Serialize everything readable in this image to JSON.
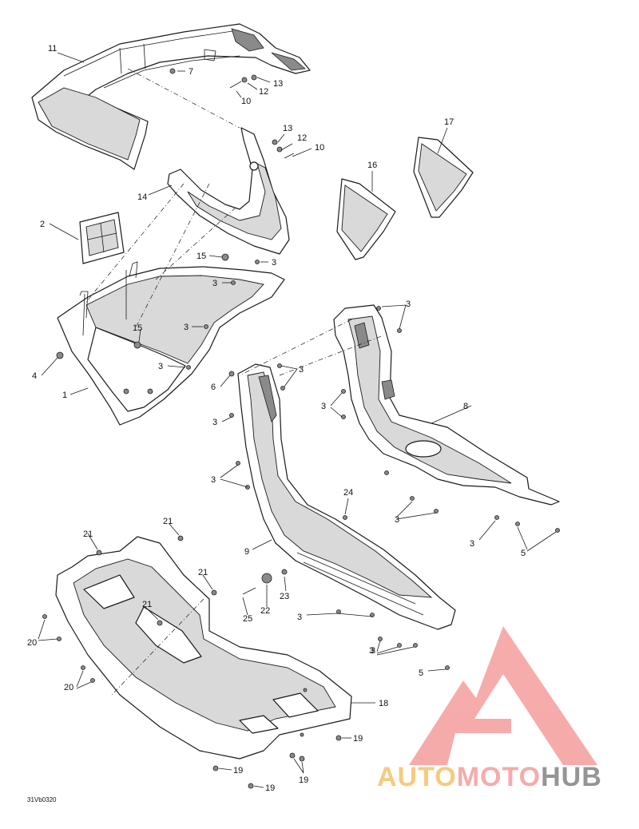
{
  "diagram": {
    "drawing_code": "31Vb0320",
    "callouts": [
      {
        "id": "c11a",
        "label": "11"
      },
      {
        "id": "c7",
        "label": "7"
      },
      {
        "id": "c13a",
        "label": "13"
      },
      {
        "id": "c12a",
        "label": "12"
      },
      {
        "id": "c10a",
        "label": "10"
      },
      {
        "id": "c13b",
        "label": "13"
      },
      {
        "id": "c12b",
        "label": "12"
      },
      {
        "id": "c10b",
        "label": "10"
      },
      {
        "id": "c17",
        "label": "17"
      },
      {
        "id": "c16",
        "label": "16"
      },
      {
        "id": "c14",
        "label": "14"
      },
      {
        "id": "c2",
        "label": "2"
      },
      {
        "id": "c15a",
        "label": "15"
      },
      {
        "id": "c3a",
        "label": "3"
      },
      {
        "id": "c3b",
        "label": "3"
      },
      {
        "id": "c15b",
        "label": "15"
      },
      {
        "id": "c3c",
        "label": "3"
      },
      {
        "id": "c3d",
        "label": "3"
      },
      {
        "id": "c4",
        "label": "4"
      },
      {
        "id": "c1",
        "label": "1"
      },
      {
        "id": "c3e",
        "label": "3"
      },
      {
        "id": "c3f",
        "label": "3"
      },
      {
        "id": "c6",
        "label": "6"
      },
      {
        "id": "c3g",
        "label": "3"
      },
      {
        "id": "c3h",
        "label": "3"
      },
      {
        "id": "c8",
        "label": "8"
      },
      {
        "id": "c3i",
        "label": "3"
      },
      {
        "id": "c3j",
        "label": "3"
      },
      {
        "id": "c24",
        "label": "24"
      },
      {
        "id": "c3k",
        "label": "3"
      },
      {
        "id": "c3l",
        "label": "3"
      },
      {
        "id": "c5a",
        "label": "5"
      },
      {
        "id": "c21a",
        "label": "21"
      },
      {
        "id": "c21b",
        "label": "21"
      },
      {
        "id": "c9",
        "label": "9"
      },
      {
        "id": "c21c",
        "label": "21"
      },
      {
        "id": "c21d",
        "label": "21"
      },
      {
        "id": "c23",
        "label": "23"
      },
      {
        "id": "c22",
        "label": "22"
      },
      {
        "id": "c25",
        "label": "25"
      },
      {
        "id": "c3m",
        "label": "3"
      },
      {
        "id": "c20a",
        "label": "20"
      },
      {
        "id": "c3n",
        "label": "3"
      },
      {
        "id": "c5b",
        "label": "5"
      },
      {
        "id": "c20b",
        "label": "20"
      },
      {
        "id": "c18",
        "label": "18"
      },
      {
        "id": "c19a",
        "label": "19"
      },
      {
        "id": "c19b",
        "label": "19"
      },
      {
        "id": "c19c",
        "label": "19"
      },
      {
        "id": "c19d",
        "label": "19"
      }
    ]
  },
  "watermark": {
    "brand_part1": "AUTO",
    "brand_part2": "MOTO",
    "brand_part3": "HUB",
    "colors": {
      "logo": "#f6a3a3",
      "auto": "#f7c572",
      "moto": "#f6a3a3",
      "hub": "#8a8a8a"
    }
  }
}
